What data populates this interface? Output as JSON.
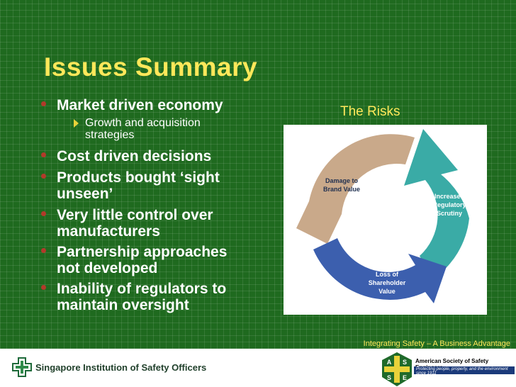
{
  "slide": {
    "title": "Issues Summary",
    "bullets": [
      {
        "text": "Market driven economy"
      },
      {
        "text": "Cost driven decisions"
      },
      {
        "text": "Products bought ‘sight unseen’"
      },
      {
        "text": "Very little control over manufacturers"
      },
      {
        "text": "Partnership approaches not developed"
      },
      {
        "text": "Inability of regulators to maintain oversight"
      }
    ],
    "sub_bullet": "Growth and acquisition strategies",
    "risks_title": "The Risks",
    "risks_cycle": [
      {
        "line1": "Damage to",
        "line2": "Brand Value",
        "color": "#c9a98a"
      },
      {
        "line1": "Increased",
        "line2": "Regulatory",
        "line3": "Scrutiny",
        "color": "#3aaba6"
      },
      {
        "line1": "Loss of",
        "line2": "Shareholder",
        "line3": "Value",
        "color": "#3c5fae"
      }
    ],
    "tagline": "Integrating Safety – A Business Advantage"
  },
  "footer": {
    "siso_name": "Singapore Institution of Safety Officers",
    "asse_name": "American Society of Safety Engineers",
    "asse_tagline": "Protecting people, property, and the environment since 1911",
    "asse_letters": [
      "A",
      "S",
      "S",
      "E"
    ]
  },
  "colors": {
    "background": "#1f6a1f",
    "title": "#ffe85a",
    "bullet_text": "#ffffff",
    "bullet_marker": "#b23a2a"
  }
}
